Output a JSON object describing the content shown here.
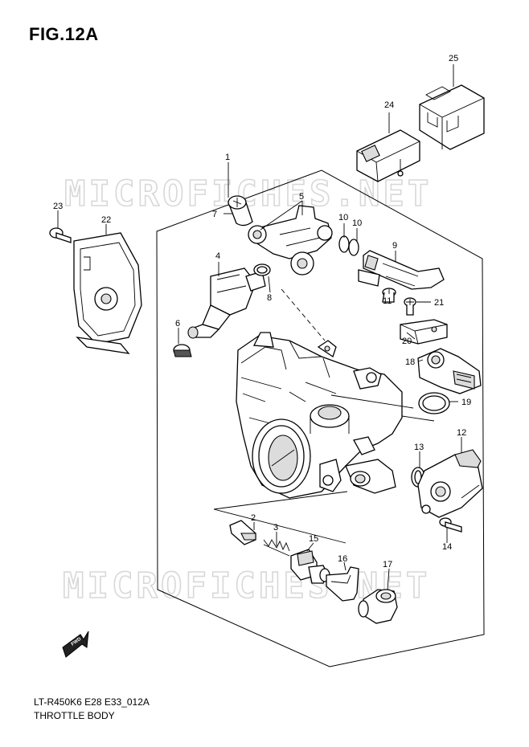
{
  "figure": {
    "title": "FIG.12A",
    "model_code": "LT-R450K6 E28 E33_012A",
    "caption": "THROTTLE BODY",
    "watermark": "MICROFICHES.NET",
    "fwd_label": "FWD"
  },
  "callouts": [
    "1",
    "2",
    "3",
    "4",
    "5",
    "6",
    "7",
    "8",
    "9",
    "10",
    "10",
    "11",
    "12",
    "13",
    "14",
    "15",
    "16",
    "17",
    "18",
    "19",
    "20",
    "21",
    "22",
    "23",
    "24",
    "25"
  ]
}
